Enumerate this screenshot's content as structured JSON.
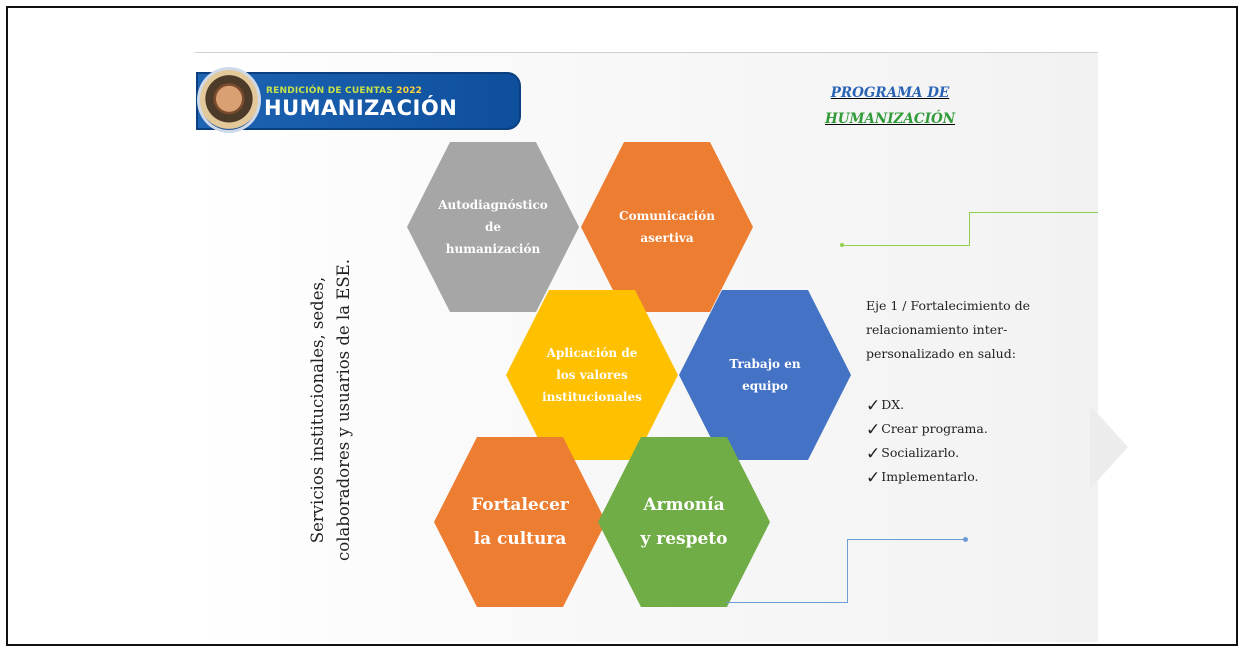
{
  "banner": {
    "subtitle": "RENDICIÓN DE CUENTAS",
    "year": "2022",
    "title": "HUMANIZACIÓN"
  },
  "program_title": {
    "line1": "PROGRAMA DE",
    "line2": "HUMANIZACIÓN"
  },
  "vertical_text": {
    "line1": "Servicios institucionales,   sedes,",
    "line2": "colaboradores y usuarios de la ESE."
  },
  "hexagons": [
    {
      "line1": "Autodiagnóstico",
      "line2": "de humanización",
      "line3": "",
      "color": "#a6a6a6"
    },
    {
      "line1": "Comunicación",
      "line2": "asertiva",
      "line3": "",
      "color": "#ed7d31"
    },
    {
      "line1": "Aplicación de",
      "line2": "los valores",
      "line3": "institucionales",
      "color": "#ffc000"
    },
    {
      "line1": "Trabajo en",
      "line2": "equipo",
      "line3": "",
      "color": "#4472c4"
    },
    {
      "line1": "Fortalecer",
      "line2": "la cultura",
      "line3": "",
      "color": "#ed7d31"
    },
    {
      "line1": "Armonía",
      "line2": "y respeto",
      "line3": "",
      "color": "#70ad47"
    }
  ],
  "eje": {
    "line1": "Eje 1 / Fortalecimiento de",
    "line2": "relacionamiento inter-",
    "line3": "personalizado en salud:"
  },
  "checklist": {
    "tick": "✓",
    "items": [
      "DX.",
      "Crear programa.",
      "Socializarlo.",
      "Implementarlo."
    ]
  },
  "colors": {
    "banner_blue": "#1d64b3",
    "program_blue": "#2a62b5",
    "program_green": "#2f9a37",
    "line_green": "#8fd14f",
    "line_blue": "#6c9bd6"
  }
}
